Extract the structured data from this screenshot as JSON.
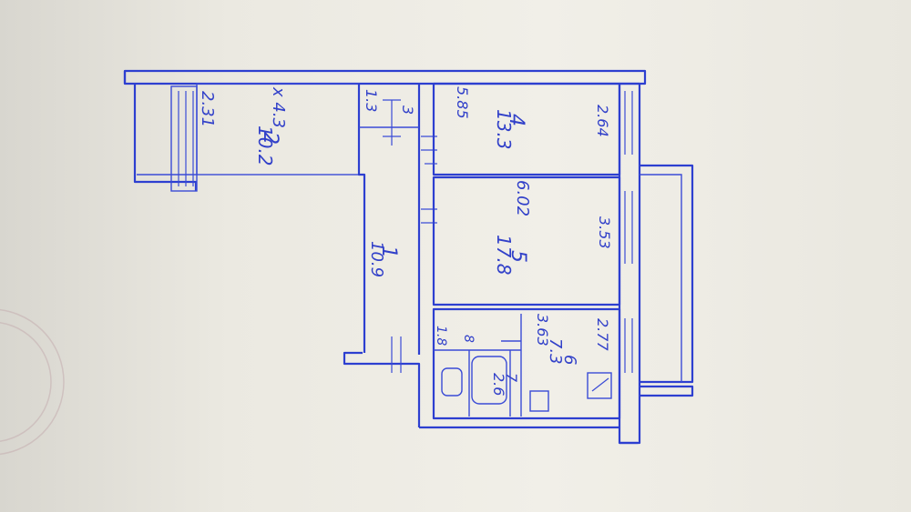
{
  "plan": {
    "room_2": {
      "number": "2",
      "area": "10.2",
      "height": "2.31",
      "extra": "x 4.3"
    },
    "room_3": {
      "number": "3",
      "area": "1.3"
    },
    "room_4": {
      "number": "4",
      "area": "13.3",
      "width": "5.85",
      "depth": "2.64"
    },
    "room_5": {
      "number": "5",
      "area": "17.8",
      "width": "6.02",
      "depth": "3.53"
    },
    "room_1": {
      "number": "1",
      "area": "10.9"
    },
    "room_6": {
      "number": "6",
      "area": "7.3",
      "width": "3.63",
      "depth": "2.77"
    },
    "room_7": {
      "number": "7",
      "area": "2.6"
    },
    "room_8": {
      "number": "8",
      "area": "1.8"
    }
  },
  "colors": {
    "ink": "#2d3fd0",
    "paper": "#efede6",
    "stamp": "#c9b7b7"
  }
}
